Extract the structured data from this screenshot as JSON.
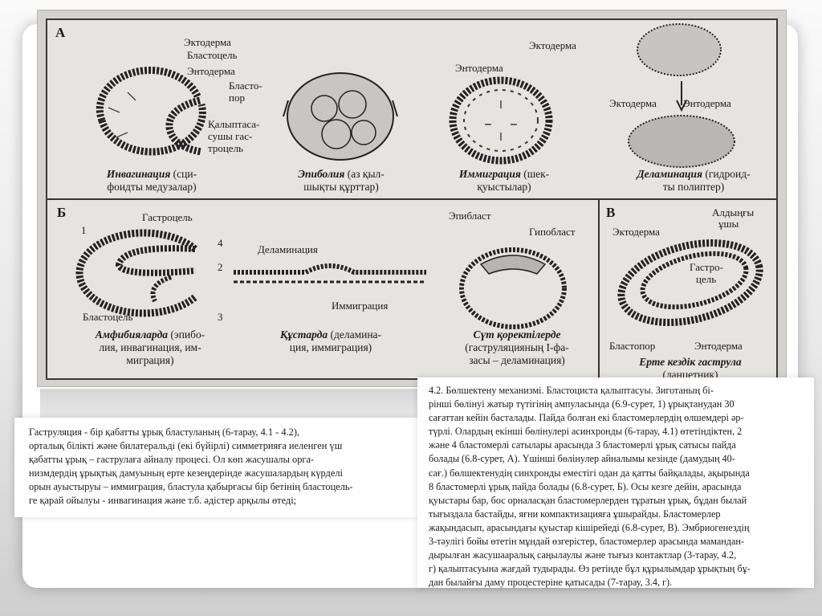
{
  "figure": {
    "panels": {
      "a": "А",
      "b": "Б",
      "v": "В"
    },
    "labels": {
      "ectoderm_1": "Эктодерма",
      "blastocoel_1": "Бластоцель",
      "endoderm_1": "Энтодерма",
      "blastopore_1": "Бласто-",
      "blastopore_2": "пор",
      "gastrocoel_forming_1": "Қалыптаса-",
      "gastrocoel_forming_2": "сушы гас-",
      "gastrocoel_forming_3": "троцель",
      "ectoderm_2": "Эктодерма",
      "endoderm_2": "Энтодерма",
      "ectoderm_3": "Эктодерма",
      "endoderm_3": "Энтодерма",
      "gastrocoel_b": "Гастроцель",
      "num_1": "1",
      "num_2": "2",
      "num_3": "3",
      "num_4": "4",
      "blastocoel_b": "Бластоцель",
      "delamination": "Деламинация",
      "immigration": "Иммиграция",
      "epiblast": "Эпибласт",
      "hypoblast": "Гипобласт",
      "anterior_1": "Алдыңғы",
      "anterior_2": "ұшы",
      "ectoderm_v": "Эктодерма",
      "gastrocoel_v_1": "Гастро-",
      "gastrocoel_v_2": "цель",
      "blastopore_v": "Бластопор",
      "endoderm_v": "Энтодерма"
    },
    "captions": {
      "invagination_1": "Инвагинация",
      "invagination_1b": " (сци-",
      "invagination_2": "фоидты медузалар)",
      "epiboly_1": "Эпиболия",
      "epiboly_1b": " (аз қыл-",
      "epiboly_2": "шықты құрттар)",
      "immigration_1": "Иммиграция",
      "immigration_1b": " (шек-",
      "immigration_2": "қуыстылар)",
      "delamination_1": "Деламинация",
      "delamination_1b": " (гидроид-",
      "delamination_2": "ты полиптер)",
      "amphibians_1": "Амфибияларда",
      "amphibians_1b": " (эпибо-",
      "amphibians_2": "лия, инвагинация, им-",
      "amphibians_3": "миграция)",
      "birds_1": "Құстарда",
      "birds_1b": " (деламина-",
      "birds_2": "ция, иммиграция)",
      "mammals_1": "Сүт қоректілерде",
      "mammals_2": "(гаструляцияның І-фа-",
      "mammals_3": "засы – деламинация)",
      "early_1": "Ерте кездік гаструла",
      "early_2": "(ланцетник)"
    }
  },
  "left_text": [
    "Гаструляция - бір қабатты ұрық бластуланың (6-тарау, 4.1 - 4.2),",
    "орталық білікті және билатеральді (екі бүйірлі) симметрияға иеленген үш",
    "қабатты ұрық – гаструлаға айналу процесі. Ол көп жасушалы орга-",
    "низмдердің ұрықтық дамуының ерте кезеңдерінде жасушалардың күрделі",
    "орын ауыстыруы – иммиграция, бластула қабырғасы бір бетінің бластоцель-",
    "ге қарай ойылуы - инвагинация және т.б. әдістер арқылы өтеді;"
  ],
  "right_text": [
    "4.2. Бөлшектену механизмі. Бластоциста қалыптасуы. Зиготаның бі-",
    "рінші бөлінуі жатыр түтігінің ампуласында (6.9-сурет, 1) ұрықтанудан 30",
    "сағаттан кейін басталады. Пайда болған екі бластомерлердің өлшемдері әр-",
    "түрлі. Олардың екінші бөлінулері асинхронды (6-тарау, 4.1) өтетіндіктен, 2",
    "және 4 бластомерлі сатылары арасында 3 бластомерлі ұрық сатысы пайда",
    "болады (6.8-сурет, А). Үшінші бөлінулер айналымы кезінде (дамудың 40-",
    "сағ.) бөлшектенудің синхронды еместігі одан да қатты байқалады, ақырында",
    "8 бластомерлі ұрық пайда болады (6.8-сурет, Б). Осы кезге дейін, арасында",
    "қуыстары бар, бос орналасқан бластомерлерден тұратын ұрық, бұдан былай",
    "тығыздала бастайды, яғни компактизацияға ұшырайды. Бластомерлер",
    "жақындасып, арасындағы қуыстар кішірейеді (6.8-сурет, В). Эмбриогенездің",
    "3-тәулігі бойы өтетін мұндай өзгерістер, бластомерлер арасында мамандан-",
    "дырылған жасушааралық саңылаулы және тығыз контактлар (3-тарау, 4.2,",
    "г) қалыптасуына жағдай тудырады. Өз ретінде бұл құрылымдар ұрықтың бұ-",
    "дан былайғы даму процестеріне қатысады (7-тарау, 3.4, г)."
  ],
  "colors": {
    "scan": "#e6e4e1",
    "ink": "#1a1a1a"
  }
}
